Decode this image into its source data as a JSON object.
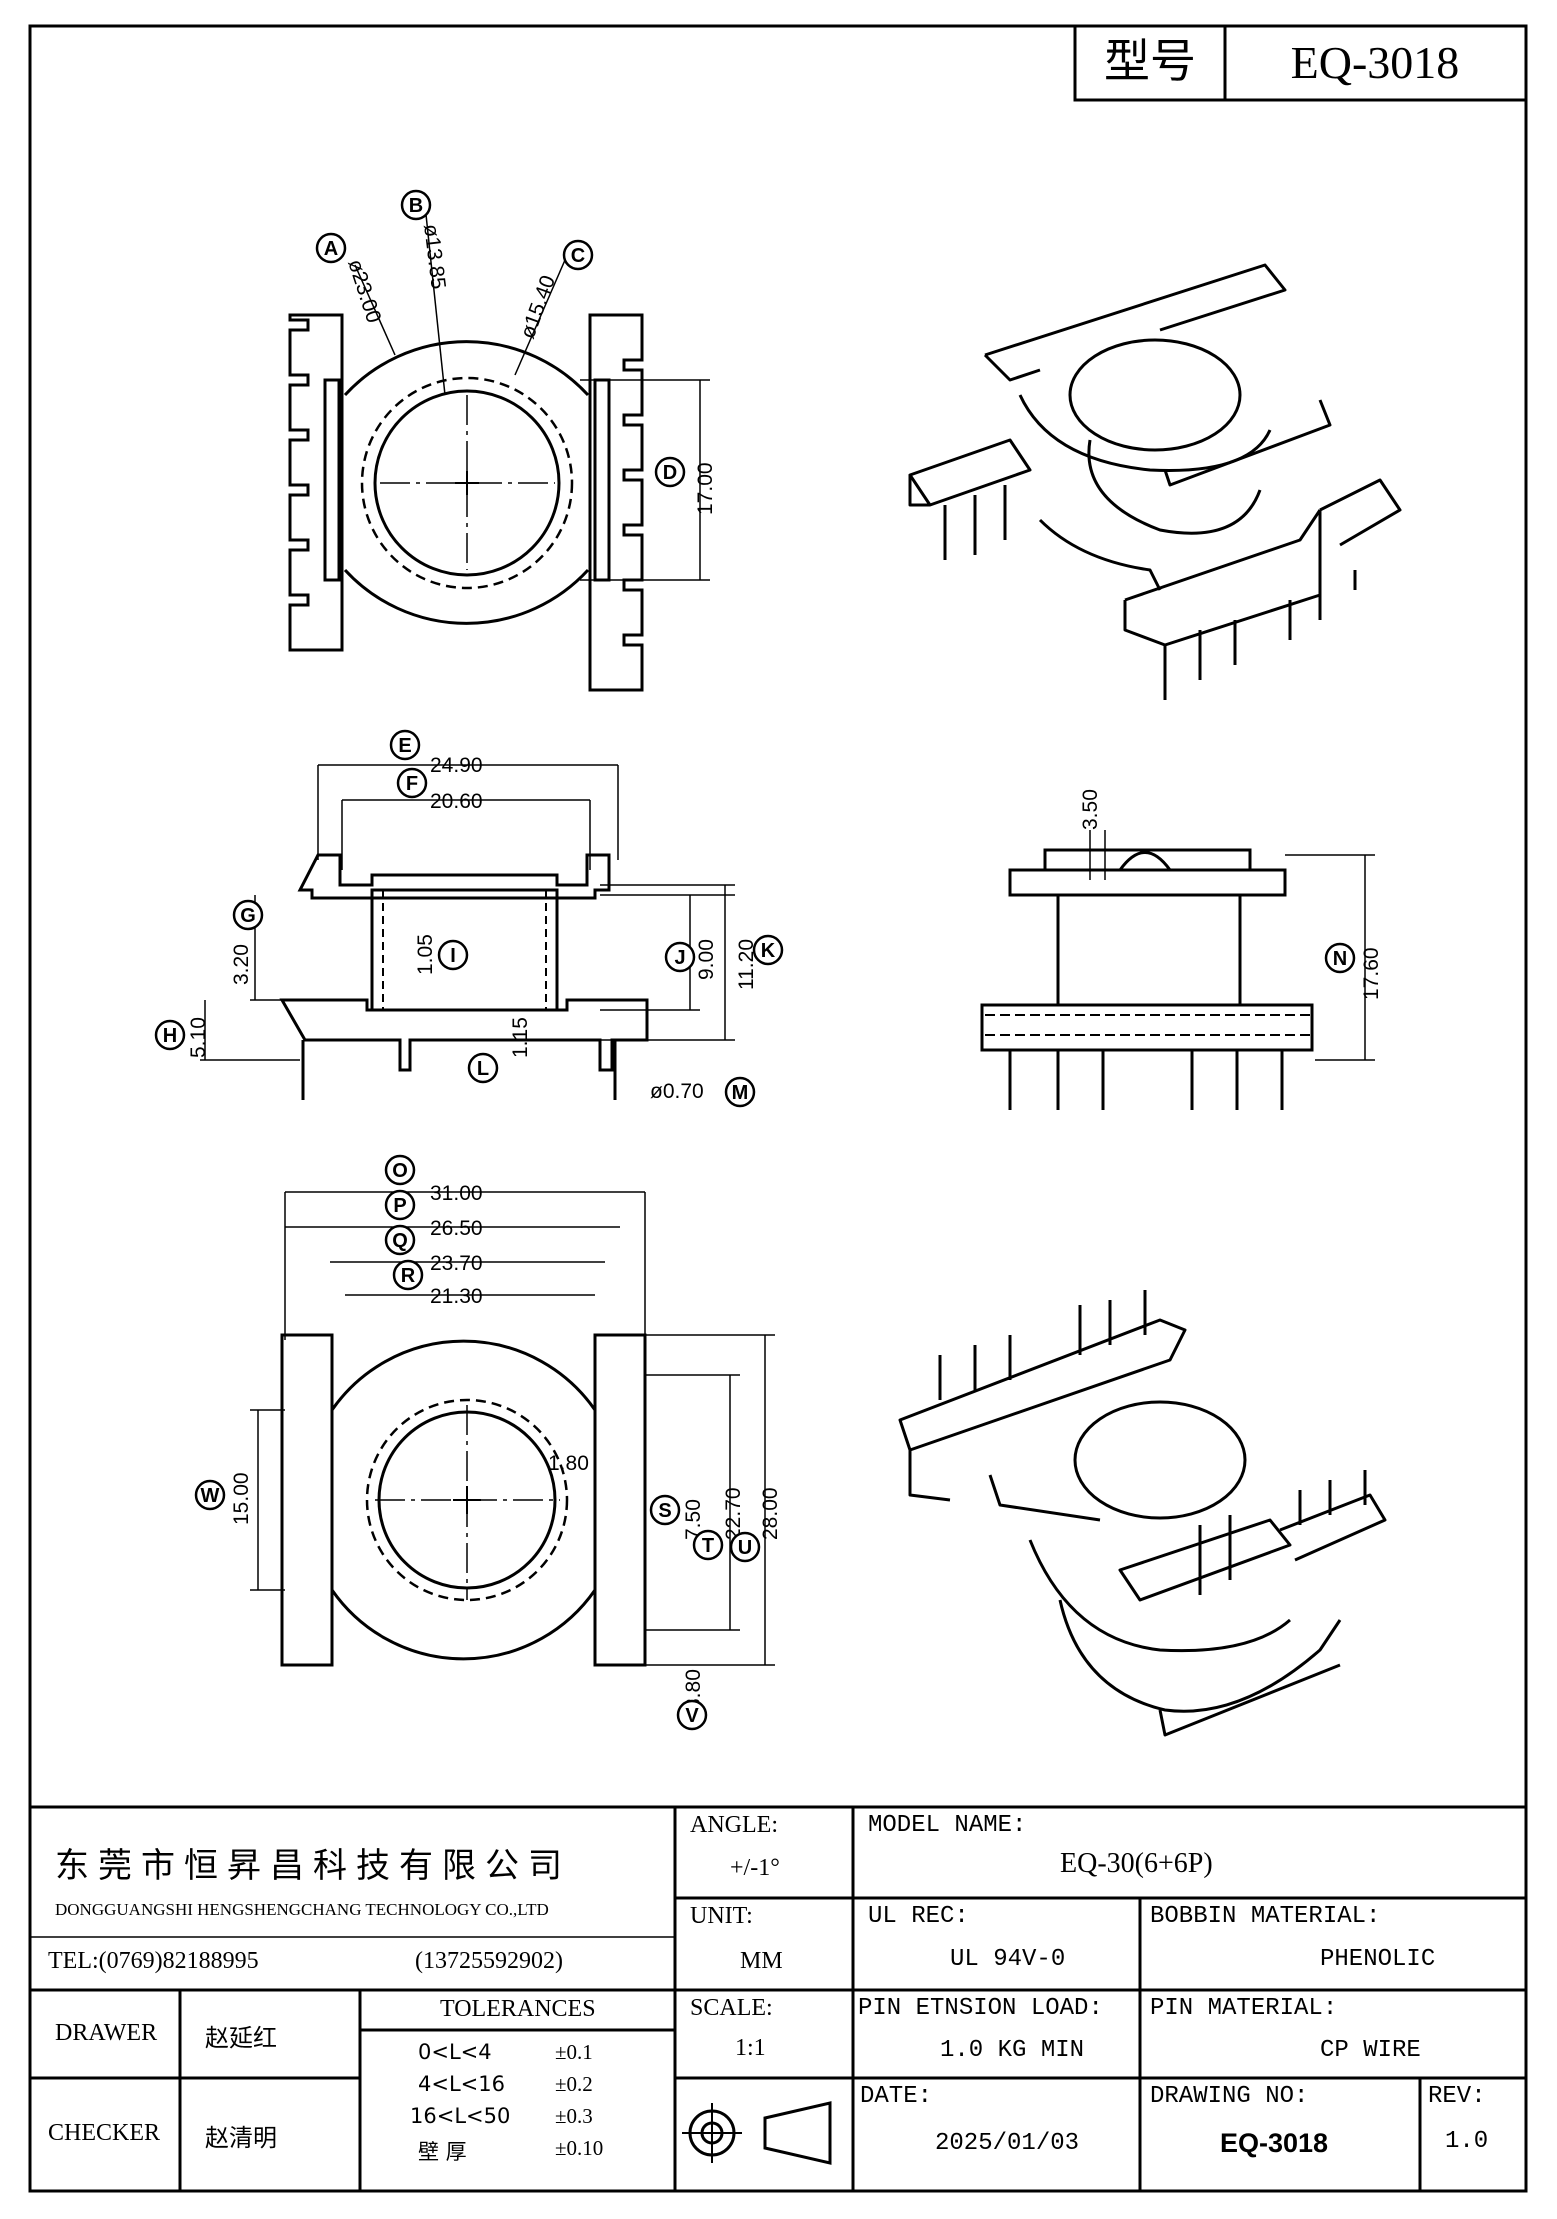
{
  "title_box": {
    "label_model": "型号",
    "model": "EQ-3018"
  },
  "dimensions": {
    "A": "ø23.00",
    "B": "ø13.85",
    "C": "ø15.40",
    "D": "17.00",
    "E": "24.90",
    "F": "20.60",
    "G": "3.20",
    "H": "5.10",
    "I": "1.05",
    "J": "9.00",
    "K": "11.20",
    "L": "1.15",
    "M": "ø0.70",
    "N": "17.60",
    "N_top": "3.50",
    "O": "31.00",
    "P": "26.50",
    "Q": "23.70",
    "R": "21.30",
    "S": "7.50",
    "S_small": "1.80",
    "T": "22.70",
    "U": "28.00",
    "V": "3.80",
    "W": "15.00"
  },
  "callouts": [
    "A",
    "B",
    "C",
    "D",
    "E",
    "F",
    "G",
    "H",
    "I",
    "J",
    "K",
    "L",
    "M",
    "N",
    "O",
    "P",
    "Q",
    "R",
    "S",
    "T",
    "U",
    "V",
    "W"
  ],
  "company": {
    "name_cn": "东莞市恒昇昌科技有限公司",
    "name_en": "DONGGUANGSHI HENGSHENGCHANG TECHNOLOGY CO.,LTD",
    "tel": "TEL:(0769)82188995",
    "mobile": "(13725592902)"
  },
  "title_block": {
    "angle_label": "ANGLE:",
    "angle_value": "+/-1°",
    "unit_label": "UNIT:",
    "unit_value": "MM",
    "scale_label": "SCALE:",
    "scale_value": "1:1",
    "model_name_label": "MODEL NAME:",
    "model_name_value": "EQ-30(6+6P)",
    "ul_label": "UL REC:",
    "ul_value": "UL 94V-0",
    "bobbin_label": "BOBBIN MATERIAL:",
    "bobbin_value": "PHENOLIC",
    "pin_load_label": "PIN ETNSION LOAD:",
    "pin_load_value": "1.0 KG MIN",
    "pin_material_label": "PIN MATERIAL:",
    "pin_material_value": "CP WIRE",
    "date_label": "DATE:",
    "date_value": "2025/01/03",
    "drawing_no_label": "DRAWING NO:",
    "drawing_no_value": "EQ-3018",
    "rev_label": "REV:",
    "rev_value": "1.0",
    "drawer_label": "DRAWER",
    "drawer_value": "赵延红",
    "checker_label": "CHECKER",
    "checker_value": "赵清明",
    "tolerances_label": "TOLERANCES",
    "tolerances": [
      {
        "range": "0<L<4",
        "tol": "±0.1"
      },
      {
        "range": "4<L<16",
        "tol": "±0.2"
      },
      {
        "range": "16<L<50",
        "tol": "±0.3"
      },
      {
        "range": "壁  厚",
        "tol": "±0.10"
      }
    ]
  }
}
